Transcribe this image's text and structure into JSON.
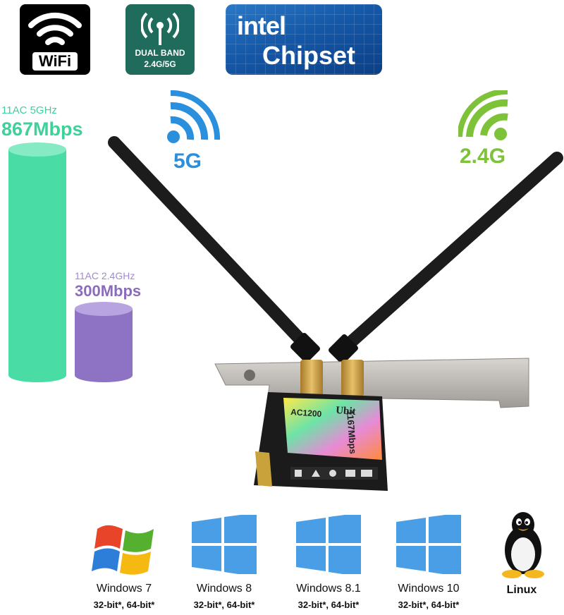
{
  "badges": {
    "wifi": {
      "icon": "wifi-icon",
      "wordmark": "WiFi"
    },
    "dual_band": {
      "icon": "antenna-signal-icon",
      "line1": "DUAL BAND",
      "line2": "2.4G/5G"
    },
    "intel": {
      "brand": "intel",
      "line2": "Chipset"
    }
  },
  "speeds": {
    "band_5ghz": {
      "label": "11AC 5GHz",
      "value": "867Mbps",
      "color": "#3fd19a"
    },
    "band_24ghz": {
      "label": "11AC 2.4GHz",
      "value": "300Mbps",
      "color": "#8e72c4"
    }
  },
  "bands": {
    "left": {
      "label": "5G",
      "icon": "wifi-signal-icon",
      "color": "#2a8fdc"
    },
    "right": {
      "label": "2.4G",
      "icon": "wifi-signal-icon",
      "color": "#7ec23a"
    }
  },
  "card": {
    "model": "AC1200",
    "brand": "Ubit",
    "speed": "1167Mbps"
  },
  "os": [
    {
      "name": "Windows 7",
      "bits": "32-bit*, 64-bit*",
      "icon": "windows-xp-logo-icon"
    },
    {
      "name": "Windows 8",
      "bits": "32-bit*, 64-bit*",
      "icon": "windows-logo-icon"
    },
    {
      "name": "Windows 8.1",
      "bits": "32-bit*, 64-bit*",
      "icon": "windows-logo-icon"
    },
    {
      "name": "Windows 10",
      "bits": "32-bit*, 64-bit*",
      "icon": "windows-logo-icon"
    },
    {
      "name": "Linux",
      "bits": "",
      "icon": "tux-penguin-icon"
    }
  ]
}
